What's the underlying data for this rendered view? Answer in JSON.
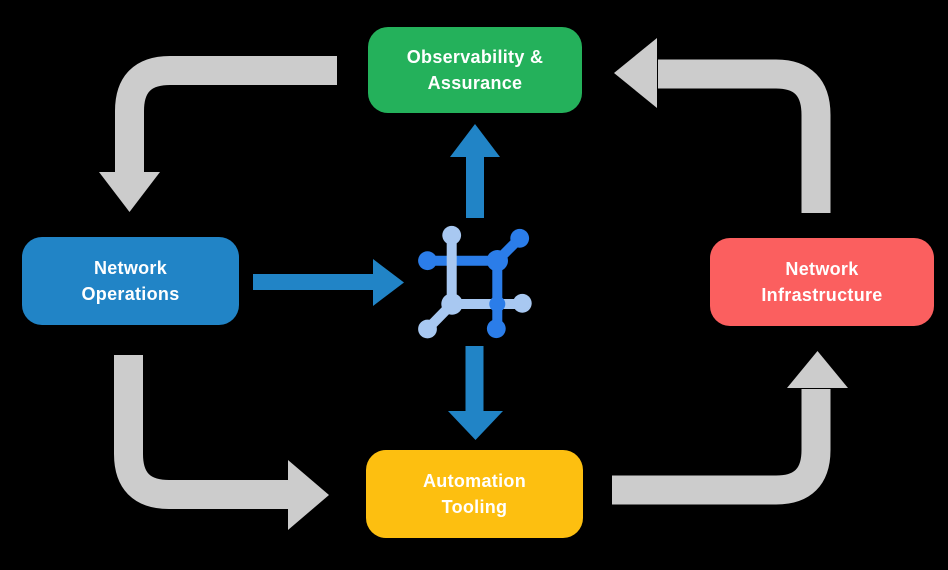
{
  "diagram": {
    "nodes": {
      "observability": {
        "label": "Observability &\nAssurance",
        "color": "#24b15b"
      },
      "operations": {
        "label": "Network\nOperations",
        "color": "#2184c6"
      },
      "infrastructure": {
        "label": "Network\nInfrastructure",
        "color": "#fb5f5f"
      },
      "automation": {
        "label": "Automation\nTooling",
        "color": "#fdbf10"
      }
    },
    "center_icon": "network-mesh-icon",
    "flows": [
      {
        "from": "observability",
        "to": "operations",
        "style": "gray-elbow"
      },
      {
        "from": "operations",
        "to": "automation",
        "style": "gray-elbow"
      },
      {
        "from": "automation",
        "to": "infrastructure",
        "style": "gray-elbow"
      },
      {
        "from": "infrastructure",
        "to": "observability",
        "style": "gray-elbow"
      },
      {
        "from": "operations",
        "to": "center-icon",
        "style": "blue-straight"
      },
      {
        "from": "center-icon",
        "to": "observability",
        "style": "blue-straight"
      },
      {
        "from": "center-icon",
        "to": "automation",
        "style": "blue-straight"
      }
    ],
    "colors": {
      "arrow_gray": "#cccccc",
      "arrow_blue": "#2184c6",
      "icon_dark_blue": "#2b7de9",
      "icon_light_blue": "#a8c8f1",
      "text": "#ffffff",
      "background": "#000000"
    }
  }
}
